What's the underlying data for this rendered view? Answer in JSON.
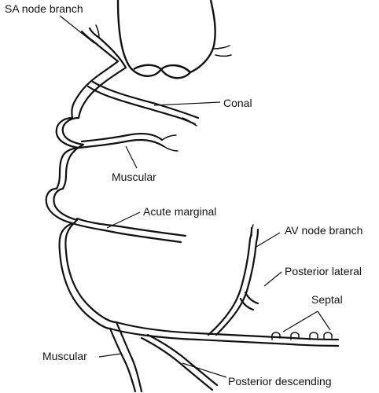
{
  "labels": {
    "sa_node_branch": "SA node branch",
    "conal": "Conal",
    "muscular_upper": "Muscular",
    "acute_marginal": "Acute marginal",
    "av_node_branch": "AV node branch",
    "posterior_lateral": "Posterior lateral",
    "septal": "Septal",
    "muscular_lower": "Muscular",
    "posterior_descending": "Posterior descending"
  },
  "colors": {
    "line": "#111111",
    "background": "#ffffff"
  }
}
